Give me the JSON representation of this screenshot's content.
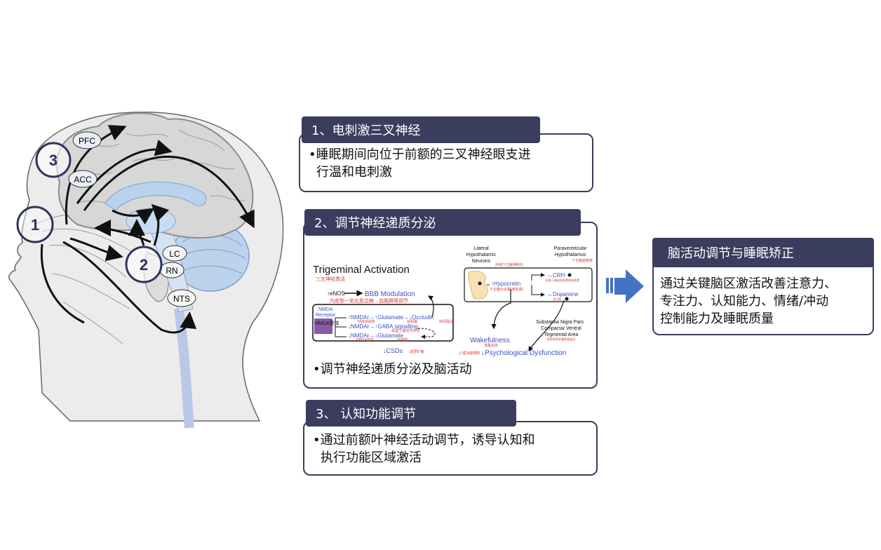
{
  "brain": {
    "labels": {
      "pfc": "PFC",
      "acc": "ACC",
      "lc": "LC",
      "rn": "RN",
      "nts": "NTS"
    },
    "markers": {
      "one": "1",
      "two": "2",
      "three": "3"
    }
  },
  "sections": [
    {
      "title": "1、电刺激三叉神经",
      "lines": [
        "•睡眠期间向位于前额的三叉神经眼支进",
        "行温和电刺激"
      ]
    },
    {
      "title": "2、调节神经递质分泌",
      "lines": [
        "•调节神经递质分泌及脑活动"
      ]
    },
    {
      "title": "3、 认知功能调节",
      "lines": [
        "•通过前额叶神经活动调节，诱导认知和",
        "执行功能区域激活"
      ]
    }
  ],
  "result": {
    "title": "脑活动调节与睡眠矫正",
    "lines": [
      "通过关键脑区激活改善注意力、",
      "专注力、认知能力、情绪/冲动",
      "控制能力及睡眠质量"
    ]
  },
  "figure": {
    "left": {
      "title": "Trigeminal Activation",
      "title_cn": "三叉神经激活",
      "enos": "↑eNOS",
      "bbb": "BBB Modulation",
      "enos_cn": "内皮型一氧化氮合酶→血脑屏障调节",
      "receptor": "NMDA\nReceptor",
      "receptor_cn": "NMDA受体",
      "row1": "↑NMDAr→↑Glutamate→↓Occludin",
      "row1_cn": [
        "NMDA受体",
        "谷氨酸",
        "封闭蛋白"
      ],
      "row2": "↓NMDAr→↑GABA signalling",
      "row2_cn": "↑氨基丁酸信号传导",
      "row3": "↓NMDAr→↓Glutamate",
      "row3_cn": [
        "NMDA受体",
        "谷氨酸"
      ],
      "csds": "↓CSDs",
      "csds_cn": "↓皮层扩散"
    },
    "right": {
      "lhn": "Lateral\nHypothalamic\nNeurons",
      "lhn_cn": "外侧下丘脑神经元",
      "pvh": "Paraventricular\nHypothalamus",
      "pvh_cn": "下丘脑室旁核",
      "hypocretin": "↑Hypocretin",
      "hypocretin_cn": "下丘脑分泌素(食欲素)",
      "crh": "↔CRH",
      "crh_cn": "促肾上腺皮质激素释放激素",
      "dopamine": "↔Dopamine",
      "dopamine_cn": "多巴胺",
      "sn": "Substantia Nigra Pars\nCompacta/ Ventral\nTegmental Area",
      "sn_cn": "黑质致密部/腹侧被盖区",
      "wake": "Wakefulness",
      "wake_cn": "觉醒状态",
      "psych": "↓Psychological Dysfunction",
      "psych_cn": "心理功能障碍"
    }
  },
  "colors": {
    "header": "#3b3d5e",
    "arrow": "#4472c4",
    "fig_blue": "#3a4fc7",
    "fig_red": "#d23b3b"
  }
}
